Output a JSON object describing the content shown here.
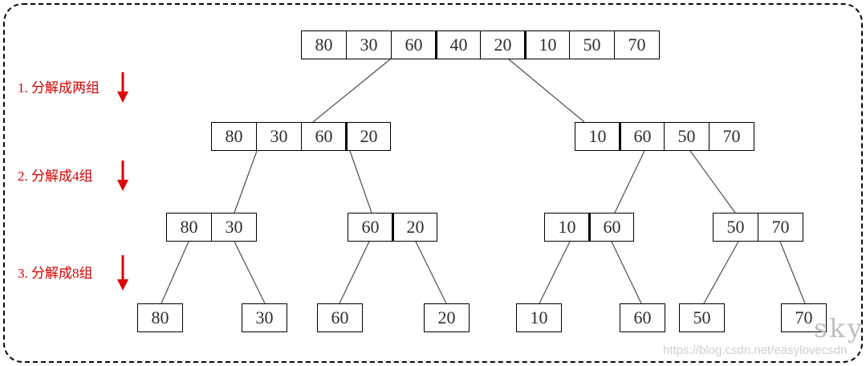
{
  "title": "merge-sort-decomposition-diagram",
  "steps": [
    {
      "label": "1. 分解成两组"
    },
    {
      "label": "2. 分解成4组"
    },
    {
      "label": "3. 分解成8组"
    }
  ],
  "levels": [
    {
      "name": "original-array",
      "groups": [
        {
          "cells": [
            "80",
            "30",
            "60",
            "40",
            "20",
            "10",
            "50",
            "70"
          ],
          "thick_before": [
            3,
            5
          ]
        }
      ]
    },
    {
      "name": "two-groups",
      "groups": [
        {
          "cells": [
            "80",
            "30",
            "60",
            "20"
          ],
          "thick_before": [
            3
          ]
        },
        {
          "cells": [
            "10",
            "60",
            "50",
            "70"
          ],
          "thick_before": [
            1
          ]
        }
      ]
    },
    {
      "name": "four-groups",
      "groups": [
        {
          "cells": [
            "80",
            "30"
          ],
          "thick_before": []
        },
        {
          "cells": [
            "60",
            "20"
          ],
          "thick_before": [
            1
          ]
        },
        {
          "cells": [
            "10",
            "60"
          ],
          "thick_before": [
            1
          ]
        },
        {
          "cells": [
            "50",
            "70"
          ],
          "thick_before": []
        }
      ]
    },
    {
      "name": "eight-groups",
      "groups": [
        {
          "cells": [
            "80"
          ],
          "thick_before": []
        },
        {
          "cells": [
            "30"
          ],
          "thick_before": []
        },
        {
          "cells": [
            "60"
          ],
          "thick_before": []
        },
        {
          "cells": [
            "20"
          ],
          "thick_before": []
        },
        {
          "cells": [
            "10"
          ],
          "thick_before": []
        },
        {
          "cells": [
            "60"
          ],
          "thick_before": []
        },
        {
          "cells": [
            "50"
          ],
          "thick_before": []
        },
        {
          "cells": [
            "70"
          ],
          "thick_before": []
        }
      ]
    }
  ],
  "watermark": {
    "name": "sky",
    "url": "https://blog.csdn.net/easylovecsdn"
  },
  "colors": {
    "label_red": "#d40000",
    "arrow_red": "#dd0000",
    "connector": "#4d4d4d",
    "watermark_gray": "#bfbfbf",
    "watermark_gray_light": "#cfcfcf"
  }
}
